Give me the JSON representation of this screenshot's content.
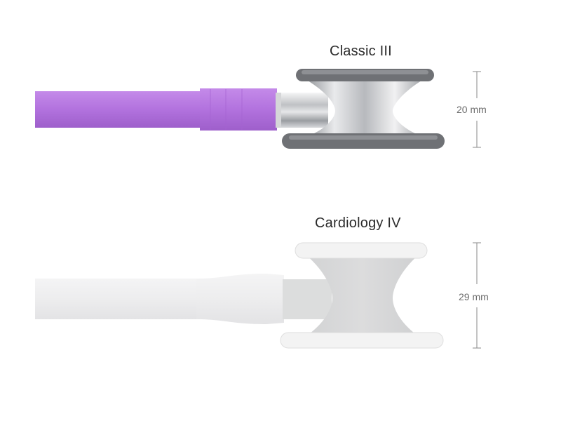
{
  "products": [
    {
      "name": "Classic III",
      "dimension": "20 mm",
      "tube_color": "#b575e0",
      "chestpiece": "chrome",
      "rim_color": "#6f7175"
    },
    {
      "name": "Cardiology IV",
      "dimension": "29 mm",
      "tube_color": "#eeeeef",
      "chestpiece": "light-gray",
      "rim_color": "#f3f3f3"
    }
  ]
}
